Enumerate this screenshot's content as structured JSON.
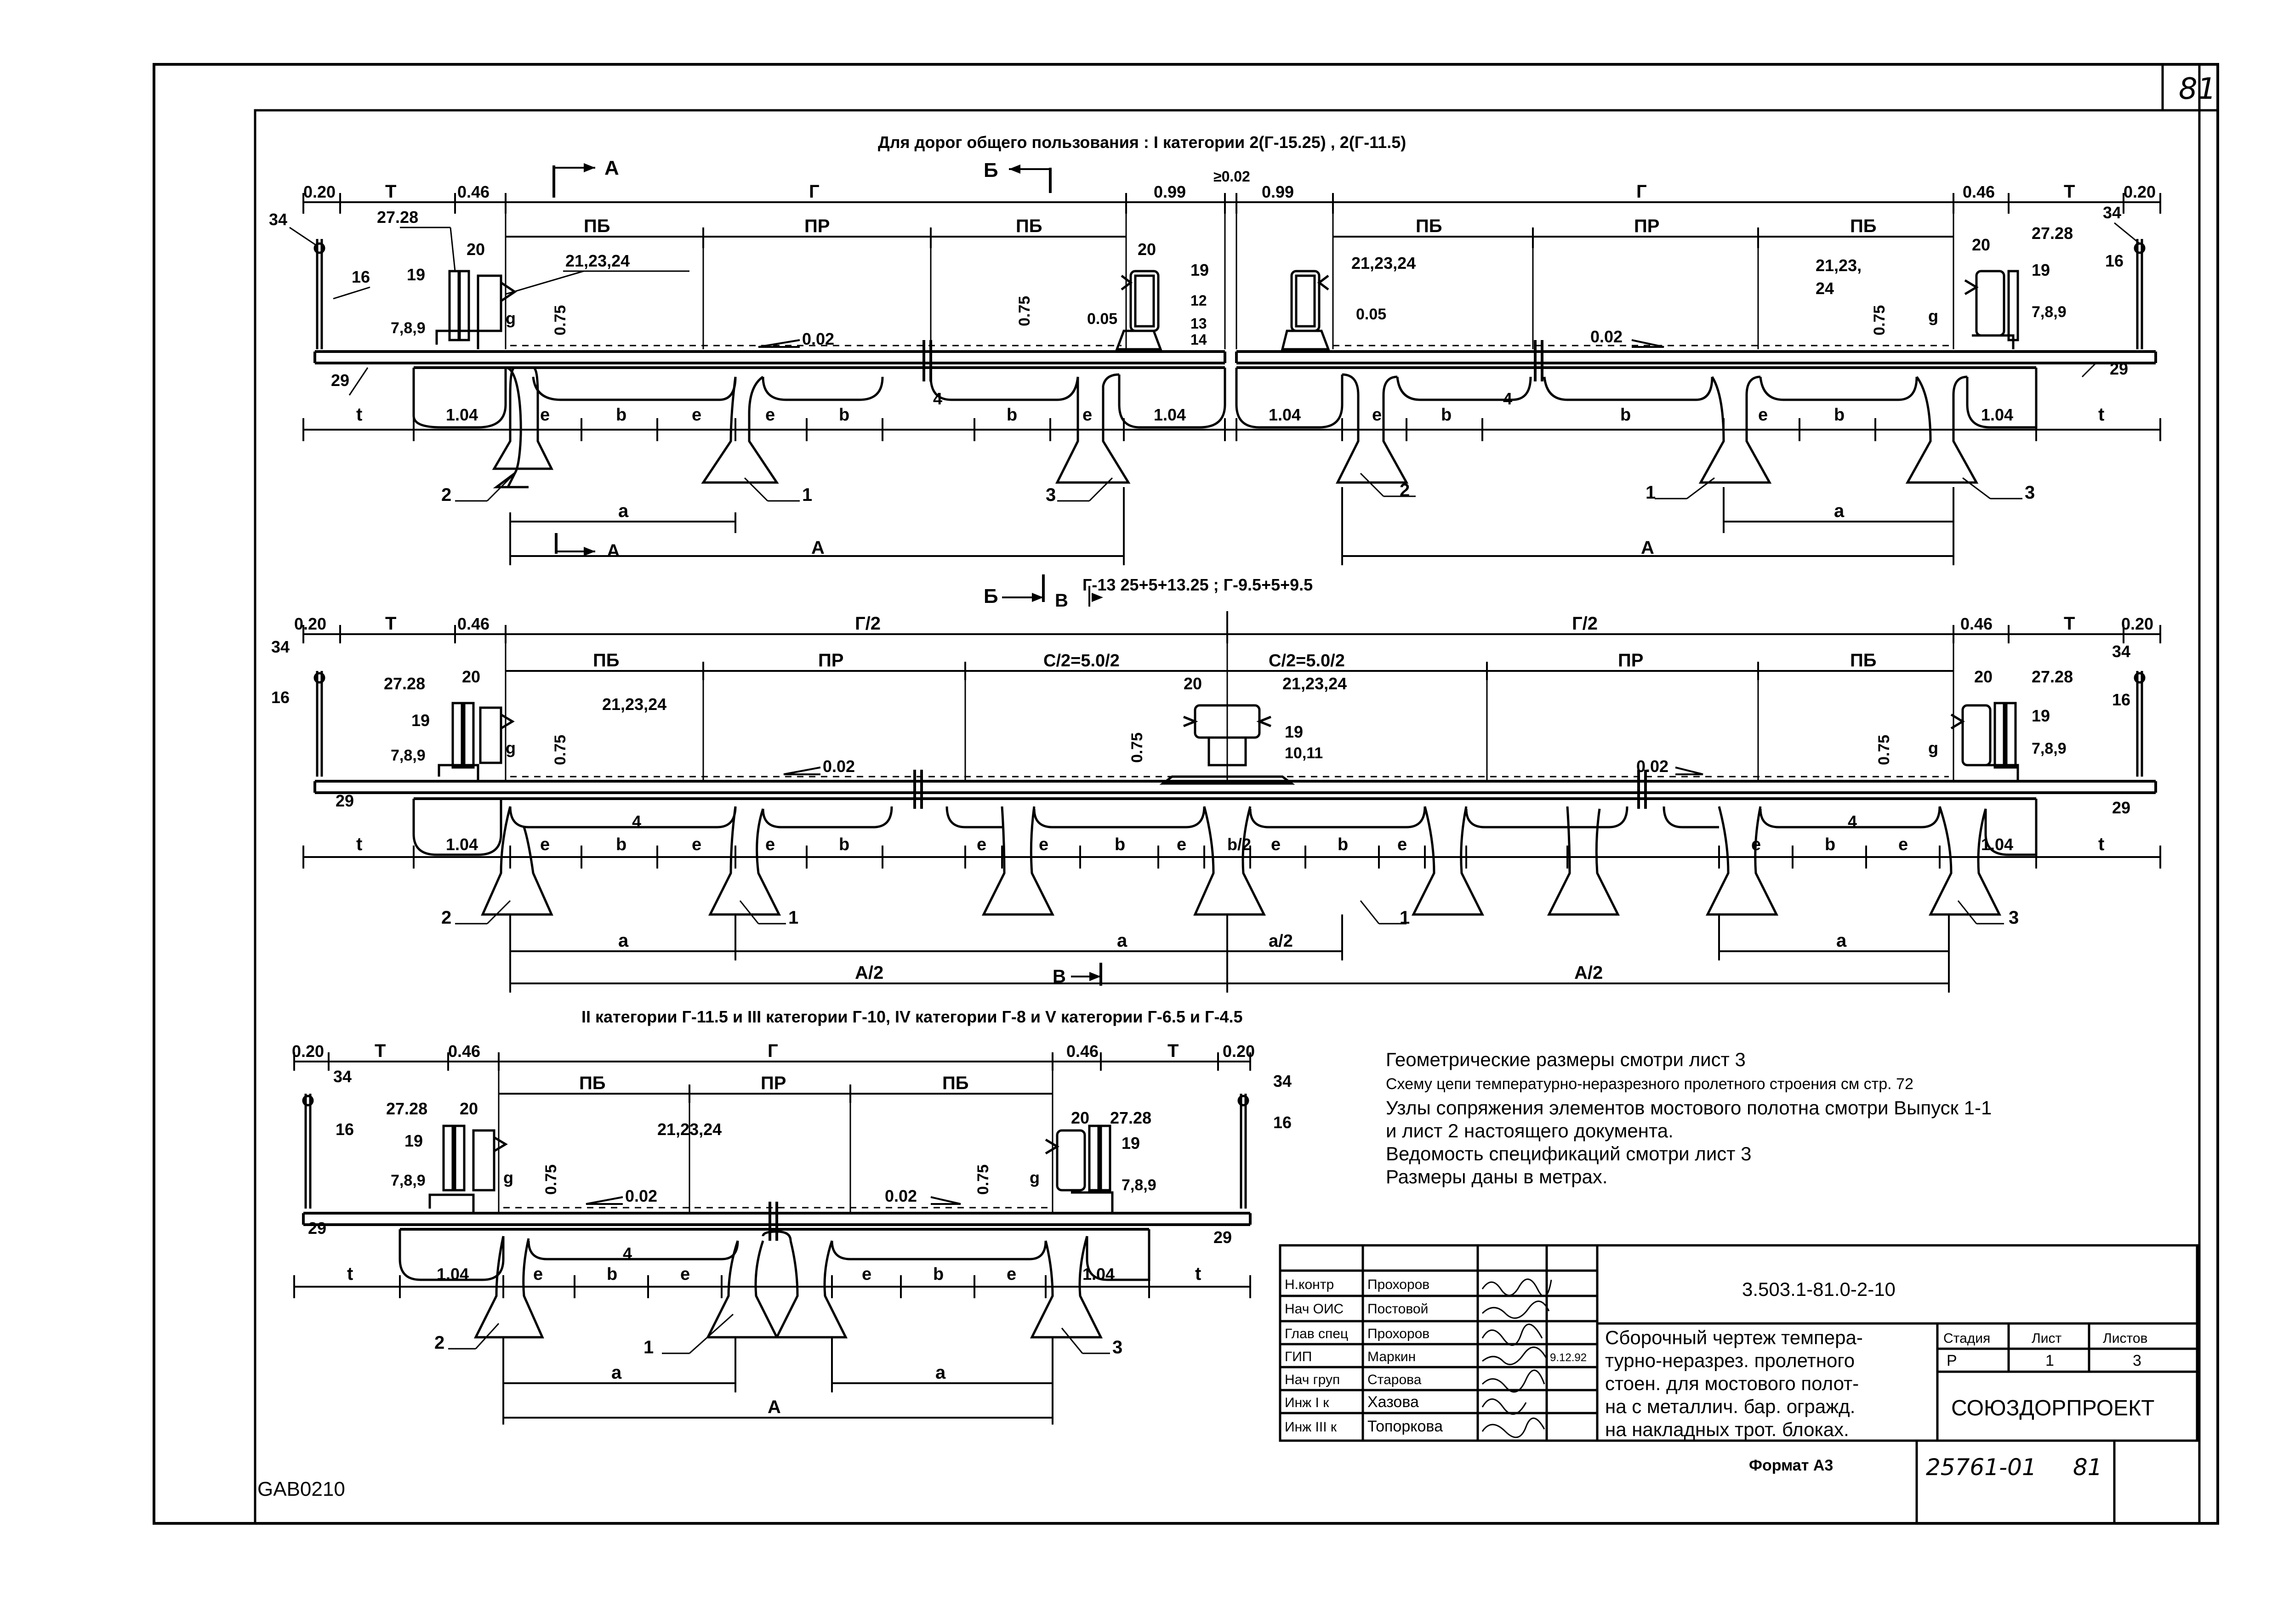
{
  "sheet": {
    "sheet_number": "81",
    "archive_code": "GAB0210",
    "format_label": "Формат А3",
    "inventory_number": "25761-01",
    "inventory_sheet": "81"
  },
  "section1": {
    "title": "Для дорог общего пользования : I категории 2(Г-15.25) , 2(Г-11.5)",
    "labels": {
      "d020": "0.20",
      "T": "Т",
      "d046": "0.46",
      "G": "Г",
      "d099": "0.99",
      "ge002": "≥0.02",
      "PB": "ПБ",
      "PR": "ПР",
      "n34": "34",
      "n16": "16",
      "n19": "19",
      "n2728": "27.28",
      "n20": "20",
      "n789": "7,8,9",
      "n212324": "21,23,24",
      "g": "g",
      "h075": "0.75",
      "d005": "0.05",
      "n12": "12",
      "n13": "13",
      "n14": "14",
      "slope": "0.02",
      "n29": "29",
      "n4": "4",
      "t": "t",
      "d104": "1.04",
      "e": "e",
      "b": "b",
      "n1": "1",
      "n2": "2",
      "n3": "3",
      "a": "a",
      "A": "А",
      "secA": "А",
      "secB": "Б",
      "n2123": "21,23,",
      "n24": "24"
    }
  },
  "section2": {
    "title": "Г-13 25+5+13.25 ; Г-9.5+5+9.5",
    "labels": {
      "G2": "Г/2",
      "C2": "С/2=5.0/2",
      "n1011": "10,11",
      "b2": "b/2",
      "a2": "a/2",
      "A2": "А/2",
      "secB": "Б",
      "secV": "В"
    }
  },
  "section3": {
    "title": "II категории Г-11.5 и III категории Г-10, IV категории Г-8 и V категории Г-6.5 и Г-4.5"
  },
  "notes": [
    "Геометрические размеры смотри лист 3",
    "Схему цепи температурно-неразрезного пролетного строения см стр. 72",
    "Узлы сопряжения элементов мостового полотна смотри Выпуск 1-1",
    "и лист 2 настоящего документа.",
    "Ведомость спецификаций смотри лист 3",
    "Размеры даны в метрах."
  ],
  "title_block": {
    "doc_code": "3.503.1-81.0-2-10",
    "title_lines": [
      "Сборочный чертеж темпера-",
      "турно-неразрез. пролетного",
      "стоен. для мостового полот-",
      "на с металлич. бар. огражд.",
      "на накладных трот. блоках."
    ],
    "signatories": [
      {
        "role": "Н.контр",
        "name": "Прохоров"
      },
      {
        "role": "Нач ОИС",
        "name": "Постовой"
      },
      {
        "role": "Глав спец",
        "name": "Прохоров"
      },
      {
        "role": "ГИП",
        "name": "Маркин"
      },
      {
        "role": "Нач груп",
        "name": "Старова"
      },
      {
        "role": "Инж I к",
        "name": "Хазова"
      },
      {
        "role": "Инж III к",
        "name": "Топоркова"
      }
    ],
    "date": "9.12.92",
    "stage_label": "Стадия",
    "sheet_label": "Лист",
    "sheets_label": "Листов",
    "stage_value": "Р",
    "sheet_value": "1",
    "sheets_value": "3",
    "organization": "СОЮЗДОРПРОЕКТ"
  }
}
